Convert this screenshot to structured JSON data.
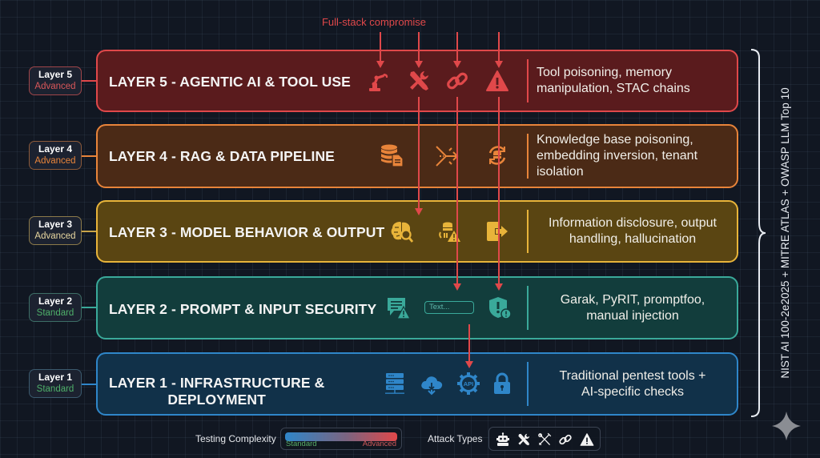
{
  "top_annotation": "Full-stack compromise",
  "colors": {
    "background": "#111722",
    "attack_arrow": "#e0484a",
    "layer5": "#e0484a",
    "layer4": "#e8843a",
    "layer3": "#e8b43a",
    "layer2": "#3aa99a",
    "layer1": "#2f86c9"
  },
  "layers": [
    {
      "id": 5,
      "title": "LAYER 5 - AGENTIC AI & TOOL USE",
      "badge": {
        "label": "Layer 5",
        "level": "Advanced"
      },
      "icons": [
        "robot-arm-icon",
        "tools-icon",
        "link-icon",
        "warning-icon"
      ],
      "description": "Tool poisoning, memory manipulation, STAC chains",
      "description_lines": [
        "Tool poisoning, memory",
        "manipulation, STAC chains"
      ]
    },
    {
      "id": 4,
      "title": "LAYER 4 - RAG & DATA PIPELINE",
      "badge": {
        "label": "Layer 4",
        "level": "Advanced"
      },
      "icons": [
        "database-document-icon",
        "merge-arrows-icon",
        "database-sync-icon"
      ],
      "description": "Knowledge base poisoning, embedding inversion, tenant isolation",
      "description_lines": [
        "Knowledge base poisoning,",
        "embedding inversion, tenant",
        "isolation"
      ]
    },
    {
      "id": 3,
      "title": "LAYER 3 - MODEL BEHAVIOR & OUTPUT",
      "badge": {
        "label": "Layer 3",
        "level": "Advanced"
      },
      "icons": [
        "brain-search-icon",
        "data-leak-warning-icon",
        "output-export-icon"
      ],
      "description": "Information disclosure, output handling, hallucination",
      "description_lines": [
        "Information disclosure, output",
        "handling, hallucination"
      ]
    },
    {
      "id": 2,
      "title": "LAYER 2 - PROMPT & INPUT SECURITY",
      "badge": {
        "label": "Layer 2",
        "level": "Standard"
      },
      "icons": [
        "chat-warning-icon",
        "text-input-icon",
        "shield-alert-icon"
      ],
      "text_input_placeholder": "Text...",
      "description": "Garak, PyRIT, promptfoo, manual injection",
      "description_lines": [
        "Garak, PyRIT, promptfoo,",
        "manual injection"
      ]
    },
    {
      "id": 1,
      "title": "LAYER 1 - INFRASTRUCTURE & DEPLOYMENT",
      "title_lines": [
        "LAYER 1 - INFRASTRUCTURE &",
        "DEPLOYMENT"
      ],
      "badge": {
        "label": "Layer 1",
        "level": "Standard"
      },
      "icons": [
        "server-stack-icon",
        "cloud-download-icon",
        "api-gear-icon",
        "lock-icon"
      ],
      "api_label": "API",
      "description": "Traditional pentest tools + AI-specific checks",
      "description_lines": [
        "Traditional pentest tools +",
        "AI-specific checks"
      ]
    }
  ],
  "frameworks_label": "NIST AI 100-2e2025 + MITRE ATLAS + OWASP LLM Top 10",
  "legend": {
    "complexity_label": "Testing Complexity",
    "complexity_low": "Standard",
    "complexity_high": "Advanced",
    "attack_types_label": "Attack Types",
    "attack_type_icons": [
      "robot-icon",
      "tools-icon",
      "crossed-tools-icon",
      "link-icon",
      "warning-icon"
    ]
  }
}
